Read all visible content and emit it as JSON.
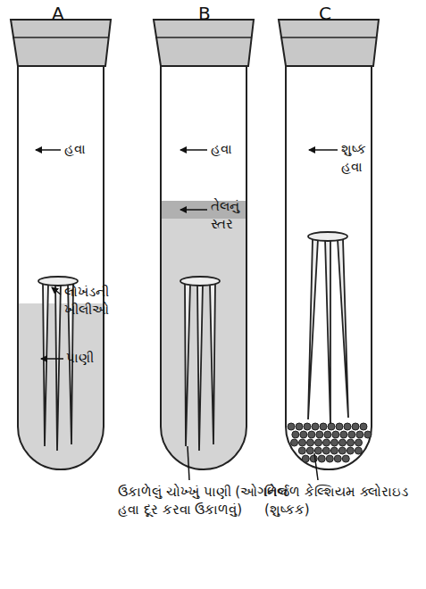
{
  "diagram": {
    "labels": [
      "A",
      "B",
      "C",
      "હવા",
      "લોખંડની ખીલીઓ",
      "પાણી",
      "હવા",
      "તેલનું સ્તર",
      "ઉકાળેલું ચોખ્ખું પાણી (ઓગળેલ હવા દૂર કરવા ઉકાળવું)",
      "શુષ્ક હવા",
      "નિર્જળ કેલ્શિયમ ક્લોરાઇડ (શુષ્કક)"
    ]
  }
}
